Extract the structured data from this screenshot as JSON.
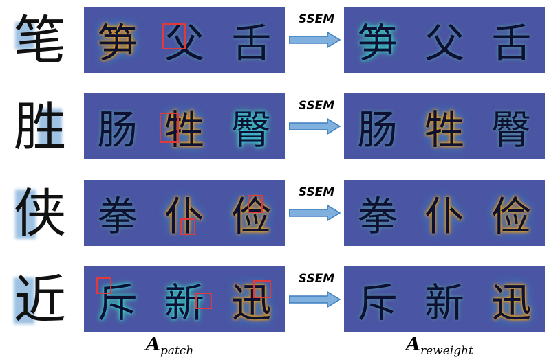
{
  "rows": [
    {
      "query": "笔",
      "left_glyphs": [
        "笋",
        "父",
        "舌"
      ],
      "right_glyphs": [
        "笋",
        "父",
        "舌"
      ],
      "ssem_label": "SSEM"
    },
    {
      "query": "胜",
      "left_glyphs": [
        "肠",
        "牲",
        "臀"
      ],
      "right_glyphs": [
        "肠",
        "牲",
        "臀"
      ],
      "ssem_label": "SSEM"
    },
    {
      "query": "侠",
      "left_glyphs": [
        "拳",
        "仆",
        "俭"
      ],
      "right_glyphs": [
        "拳",
        "仆",
        "俭"
      ],
      "ssem_label": "SSEM"
    },
    {
      "query": "近",
      "left_glyphs": [
        "斥",
        "新",
        "迅"
      ],
      "right_glyphs": [
        "斥",
        "新",
        "迅"
      ],
      "ssem_label": "SSEM"
    }
  ],
  "captions": {
    "left_main": "A",
    "left_sub": "patch",
    "right_main": "A",
    "right_sub": "reweight"
  },
  "colors": {
    "panel_bg": "#4a55a3",
    "box": "#e03a3a",
    "arrow_fill": "#7fb0de",
    "arrow_stroke": "#3f7fbf",
    "highlight": "#9fc2e3"
  }
}
